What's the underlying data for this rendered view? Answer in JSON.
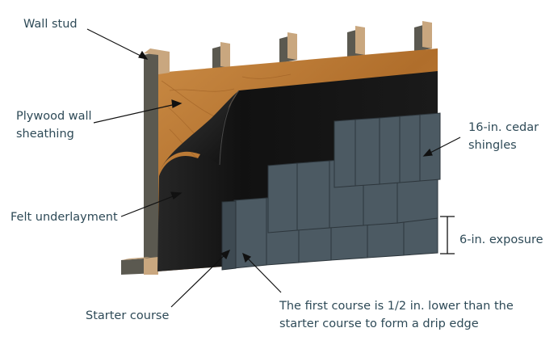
{
  "labels": {
    "wall_stud": "Wall stud",
    "plywood_wall_sheathing": "Plywood wall\nsheathing",
    "felt_underlayment": "Felt underlayment",
    "starter_course": "Starter course",
    "cedar_shingles": "16-in. cedar\nshingles",
    "exposure": "6-in. exposure",
    "first_course_note": "The first course is 1/2 in. lower than the\nstarter course to form a drip edge"
  },
  "colors": {
    "label_text": "#2e4a57",
    "leader_line": "#111111",
    "stud_face": "#5b5950",
    "stud_end_grain": "#c9a77f",
    "plywood": "#b7732e",
    "felt": "#141414",
    "shingle": "#4c5a63",
    "shingle_edge": "#2d363c"
  }
}
